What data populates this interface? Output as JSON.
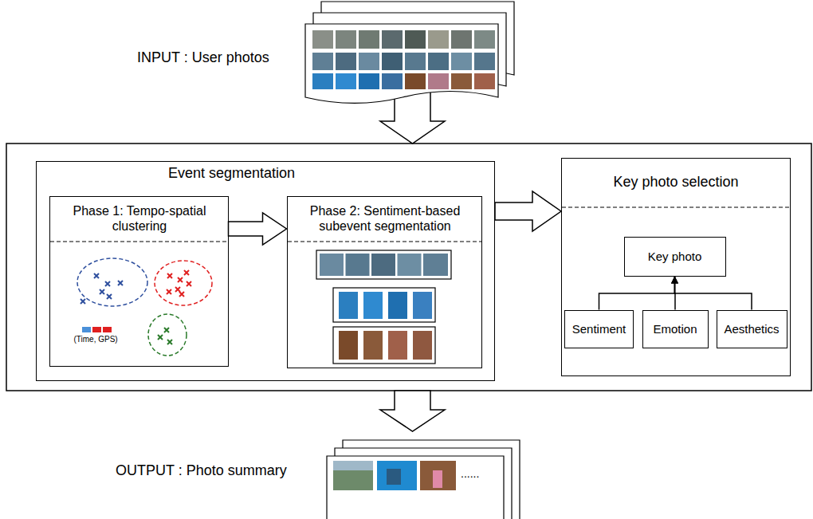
{
  "diagram": {
    "nodes": [
      {
        "text": [
          "Event segmentation"
        ]
      },
      {
        "text": [
          "Phase 1: Tempo-spatial clustering",
          "(Time, GPS)"
        ],
        "in": 0
      },
      {
        "text": [
          "Phase 2: Sentiment-based subevent segmentation"
        ],
        "in": 0
      },
      {
        "text": [
          "Key photo selection"
        ]
      },
      {
        "text": [
          "Key photo"
        ],
        "in": 3
      },
      {
        "text": [
          "Sentiment"
        ],
        "in": 3
      },
      {
        "text": [
          "Emotion"
        ],
        "in": 3
      },
      {
        "text": [
          "Aesthetics"
        ],
        "in": 3
      }
    ],
    "edges": [
      {
        "from": 1,
        "to": 2,
        "arrow": "to"
      },
      {
        "from": 0,
        "to": 3,
        "arrow": "to"
      },
      {
        "from": 5,
        "to": 4,
        "arrow": "to"
      },
      {
        "from": 6,
        "to": 4,
        "arrow": "to"
      },
      {
        "from": 7,
        "to": 4,
        "arrow": "to"
      }
    ],
    "labels": [
      "INPUT : User photos",
      "OUTPUT : Photo summary",
      "......"
    ]
  }
}
